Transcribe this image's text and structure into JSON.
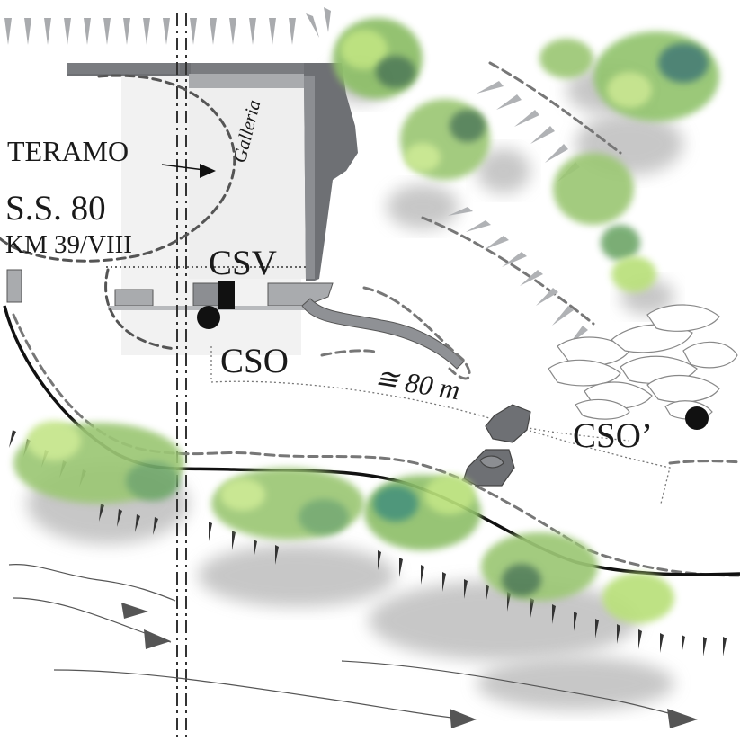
{
  "labels": {
    "teramo": "TERAMO",
    "road": "S.S. 80",
    "km": "KM 39/VIII",
    "galleria": "Galleria",
    "csv": "CSV",
    "cso": "CSO",
    "distance": "≅ 80 m",
    "cso_prime": "CSO’"
  },
  "colors": {
    "ink": "#1a1a1a",
    "rock": "#7a7c80",
    "rock_light": "#b8babd",
    "foliage_dark": "#4f7d52",
    "foliage_light": "#b9e07a",
    "dash": "#808080",
    "shadow": "#9a9a9a"
  },
  "icons": {
    "station_marker": "filled-circle-icon",
    "flow_arrow": "arrow-right-icon",
    "boulder": "boulder-icon"
  }
}
